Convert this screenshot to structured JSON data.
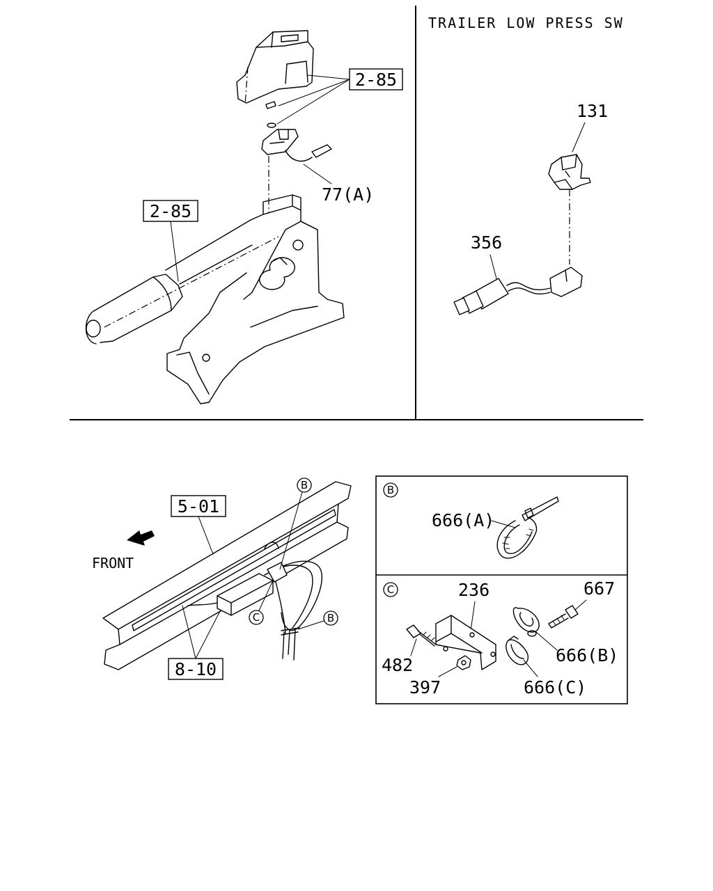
{
  "top_right": {
    "title": "TRAILER LOW PRESS SW",
    "part_131": "131",
    "part_356": "356"
  },
  "top_left": {
    "ref_upper": "2-85",
    "ref_lower": "2-85",
    "part_77a": "77(A)"
  },
  "bottom_left": {
    "ref_501": "5-01",
    "ref_810": "8-10",
    "front": "FRONT",
    "callout_b_top": "B",
    "callout_c": "C",
    "callout_b_low": "B"
  },
  "detail_b": {
    "marker": "B",
    "part_666a": "666(A)"
  },
  "detail_c": {
    "marker": "C",
    "part_236": "236",
    "part_667": "667",
    "part_482": "482",
    "part_666b": "666(B)",
    "part_397": "397",
    "part_666c": "666(C)"
  }
}
